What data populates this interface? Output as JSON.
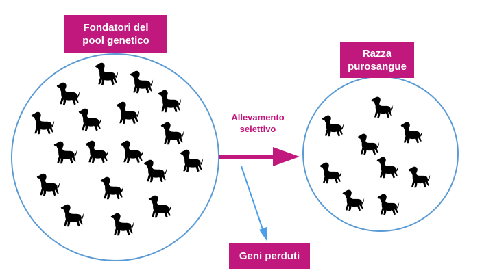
{
  "labels": {
    "founders": [
      "Fondatori del",
      "pool genetico"
    ],
    "breed": [
      "Razza",
      "purosangue"
    ],
    "selective_breeding": [
      "Allevamento",
      "selettivo"
    ],
    "lost_genes": "Geni perduti"
  },
  "colors": {
    "circle_stroke": "#5b9bd5",
    "tag_fill": "#c0187d",
    "selective_arrow": "#c0187d",
    "lost_arrow": "#4a9eea",
    "dog": "#000000"
  },
  "icons": {
    "dog": "afghan-hound-silhouette-icon"
  }
}
